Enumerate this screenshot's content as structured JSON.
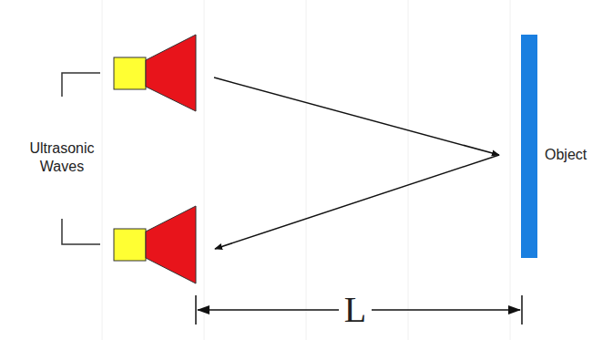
{
  "diagram": {
    "labels": [
      "Ultrasonic Waves",
      "Object",
      "L"
    ]
  }
}
